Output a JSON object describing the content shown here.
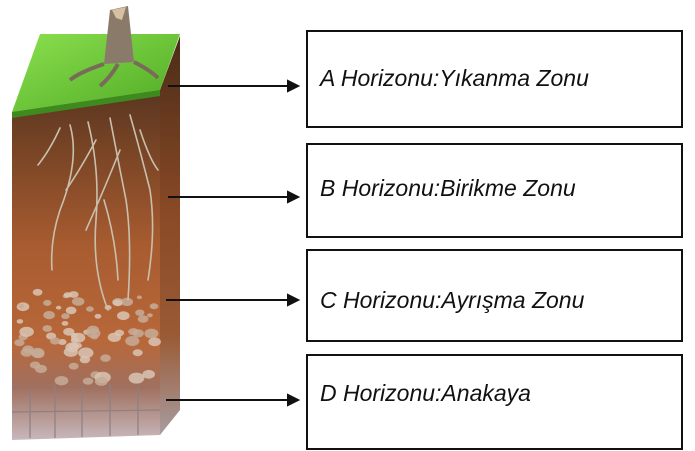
{
  "horizons": [
    {
      "label": "A Horizonu:Yıkanma Zonu"
    },
    {
      "label": "B Horizonu:Birikme Zonu"
    },
    {
      "label": "C Horizonu:Ayrışma Zonu"
    },
    {
      "label": "D Horizonu:Anakaya"
    }
  ],
  "colors": {
    "grass": "#6fd13a",
    "topsoil": "#6b4327",
    "subsoil": "#9c5a2e",
    "weathered": "#b5673a",
    "bedrock": "#c4b3b8",
    "arrow": "#111111"
  }
}
